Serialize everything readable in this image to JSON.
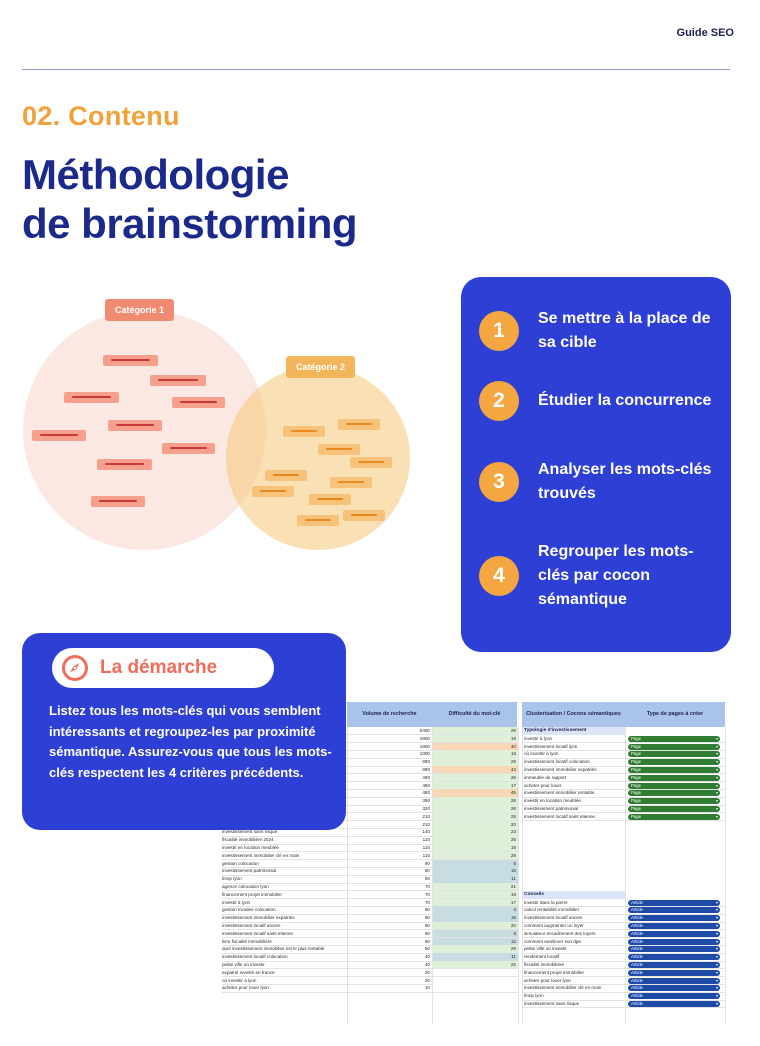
{
  "header": {
    "guide_label": "Guide SEO"
  },
  "section": {
    "label": "02. Contenu"
  },
  "title": {
    "line1": "Méthodologie",
    "line2": "de brainstorming"
  },
  "venn": {
    "category_1": "Catégorie 1",
    "category_2": "Catégorie 2",
    "colors": {
      "red": "#f5a08d",
      "orange": "#f7c27a"
    }
  },
  "steps": [
    {
      "number": "1",
      "text": "Se mettre à la place de sa cible"
    },
    {
      "number": "2",
      "text": "Étudier la concurrence"
    },
    {
      "number": "3",
      "text": "Analyser les mots-clés trouvés"
    },
    {
      "number": "4",
      "text": "Regrouper les mots-clés par cocon sémantique"
    }
  ],
  "demarche": {
    "icon": "compass-icon",
    "title": "La démarche",
    "text": "Listez tous les mots-clés qui vous semblent intéressants et regroupez-les par proximité sémantique. Assurez-vous que tous les mots-clés respectent les 4 critères précédents."
  },
  "sheet": {
    "headers": {
      "volume": "Volume de recherche",
      "difficulty": "Difficulté du mot-clé",
      "cluster": "Clusterisation / Cocons sémantiques",
      "page_type": "Type de pages à créer"
    },
    "keyword_rows": [
      {
        "keyword": "",
        "volume": "5400",
        "difficulty": "29"
      },
      {
        "keyword": "",
        "volume": "2900",
        "difficulty": "19"
      },
      {
        "keyword": "",
        "volume": "1900",
        "difficulty": "40"
      },
      {
        "keyword": "",
        "volume": "1000",
        "difficulty": "18"
      },
      {
        "keyword": "",
        "volume": "880",
        "difficulty": "29"
      },
      {
        "keyword": "",
        "volume": "880",
        "difficulty": "42"
      },
      {
        "keyword": "",
        "volume": "480",
        "difficulty": "26"
      },
      {
        "keyword": "",
        "volume": "480",
        "difficulty": "17"
      },
      {
        "keyword": "",
        "volume": "480",
        "difficulty": "45"
      },
      {
        "keyword": "",
        "volume": "390",
        "difficulty": "28"
      },
      {
        "keyword": "",
        "volume": "320",
        "difficulty": "26"
      },
      {
        "keyword": "",
        "volume": "210",
        "difficulty": "25"
      },
      {
        "keyword": "investissement locatif lyon",
        "volume": "210",
        "difficulty": "20"
      },
      {
        "keyword": "investissement sans risque",
        "volume": "140",
        "difficulty": "23"
      },
      {
        "keyword": "fiscalité immobilière 2024",
        "volume": "110",
        "difficulty": "25"
      },
      {
        "keyword": "investir en location meublée",
        "volume": "110",
        "difficulty": "19"
      },
      {
        "keyword": "investissement immobilier clé en main",
        "volume": "110",
        "difficulty": "29"
      },
      {
        "keyword": "gestion colocation",
        "volume": "90",
        "difficulty": "5"
      },
      {
        "keyword": "investissement patrimonial",
        "volume": "90",
        "difficulty": "15"
      },
      {
        "keyword": "lmnp lyon",
        "volume": "90",
        "difficulty": "11"
      },
      {
        "keyword": "agence colocation lyon",
        "volume": "70",
        "difficulty": "21"
      },
      {
        "keyword": "financement projet immobilier",
        "volume": "70",
        "difficulty": "19"
      },
      {
        "keyword": "investir à lyon",
        "volume": "70",
        "difficulty": "17"
      },
      {
        "keyword": "gestion locative colocation",
        "volume": "50",
        "difficulty": "4"
      },
      {
        "keyword": "investissement immobilier expatriés",
        "volume": "50",
        "difficulty": "15"
      },
      {
        "keyword": "investissement locatif ancien",
        "volume": "50",
        "difficulty": "20"
      },
      {
        "keyword": "investissement locatif saint etienne",
        "volume": "50",
        "difficulty": "6"
      },
      {
        "keyword": "livre fiscalité immobilière",
        "volume": "50",
        "difficulty": "12"
      },
      {
        "keyword": "quel investissement immobilier est le plus rentable",
        "volume": "50",
        "difficulty": "29"
      },
      {
        "keyword": "investissement locatif colocation",
        "volume": "40",
        "difficulty": "11"
      },
      {
        "keyword": "petite ville où investir",
        "volume": "40",
        "difficulty": "22"
      },
      {
        "keyword": "expatrié investir en france",
        "volume": "20",
        "difficulty": ""
      },
      {
        "keyword": "où investir à lyon",
        "volume": "20",
        "difficulty": ""
      },
      {
        "keyword": "acheter pour louer lyon",
        "volume": "10",
        "difficulty": ""
      }
    ],
    "section_1": {
      "title": "Typologie d'investissement",
      "page_label": "Page",
      "rows": [
        "investir à lyon",
        "investissement locatif lyon",
        "où investir à lyon",
        "investissement locatif colocation",
        "investissement immobilier expatriés",
        "immeuble de rapport",
        "acheter pour louer",
        "investissement immobilier rentable",
        "investir en location meublée",
        "investissement patrimonial",
        "investissement locatif saint etienne"
      ]
    },
    "section_2": {
      "title": "Conseils",
      "page_label": "Article",
      "rows": [
        "investir dans la pierre",
        "calcul rentabilité immobilier",
        "investissement locatif ancien",
        "comment augmenter un loyer",
        "simulateur encadrement des loyers",
        "comment améliorer son dpe",
        "petite ville où investir",
        "rendement locatif",
        "fiscalité immobilière",
        "financement projet immobilier",
        "acheter pour louer lyon",
        "investissement immobilier clé en main",
        "lmnp lyon",
        "investissement sans risque"
      ]
    },
    "colors": {
      "page_badge": "#2e7d32",
      "article_badge": "#1f4aa8",
      "header": "#aac3ea"
    }
  }
}
